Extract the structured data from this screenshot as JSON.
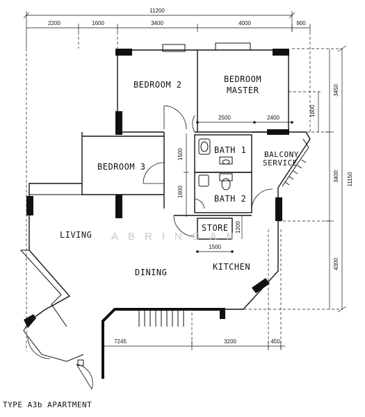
{
  "plan": {
    "caption": "TYPE A3b APARTMENT",
    "watermark": "ABRINGAN",
    "dimensions": {
      "overall_width": "11200",
      "top_segments": [
        "2200",
        "1600",
        "3400",
        "4000",
        "900"
      ],
      "inner_top": [
        "2500",
        "2400"
      ],
      "bath1_height": "1500",
      "bath2_height": "1600",
      "store_width": "1500",
      "store_height": "1200",
      "master_inner": "1600",
      "right_segments": [
        "3450",
        "3400",
        "4300"
      ],
      "right_total": "11150",
      "bottom_segments": [
        "7245",
        "3200",
        "450"
      ]
    },
    "rooms": {
      "bedroom2": "BEDROOM 2",
      "bedroom_master_line1": "BEDROOM",
      "bedroom_master_line2": "MASTER",
      "bedroom3": "BEDROOM 3",
      "bath1": "BATH 1",
      "bath2": "BATH 2",
      "balcony_line1": "BALCONY",
      "balcony_line2": "SERVICE",
      "store": "STORE",
      "living": "LIVING",
      "dining": "DINING",
      "kitchen": "KITCHEN"
    }
  }
}
